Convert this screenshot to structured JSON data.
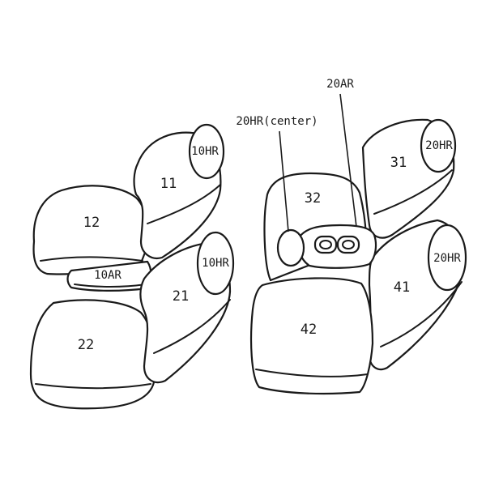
{
  "diagram": {
    "labels": {
      "seat_11": "11",
      "seat_12": "12",
      "seat_21": "21",
      "seat_22": "22",
      "seat_31": "31",
      "seat_32": "32",
      "seat_41": "41",
      "seat_42": "42",
      "headrest_10hr_top": "10HR",
      "headrest_10hr_lower": "10HR",
      "armrest_10ar": "10AR",
      "headrest_20hr_top": "20HR",
      "headrest_20hr_right": "20HR",
      "callout_20hr_center": "20HR(center)",
      "callout_20ar": "20AR"
    }
  }
}
